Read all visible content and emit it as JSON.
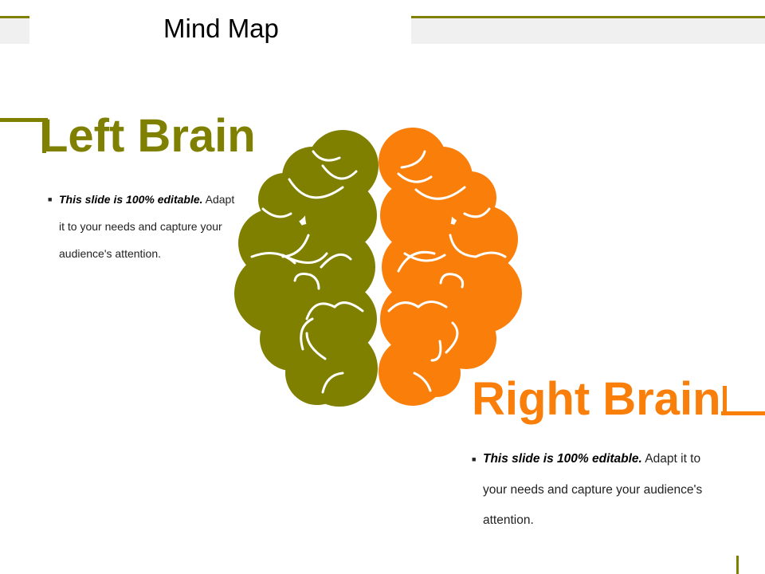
{
  "title": "Mind Map",
  "left": {
    "heading": "Left Brain",
    "text_emphasis": "This slide is 100% editable.",
    "text_body": " Adapt it to your needs and capture your audience's attention."
  },
  "right": {
    "heading": "Right Brain",
    "text_emphasis": "This slide is 100% editable.",
    "text_body": " Adapt it to your needs and capture your audience's attention."
  },
  "bullet_glyph": "■",
  "colors": {
    "left_accent": "#7f7f00",
    "right_accent": "#f97f0a",
    "title_band": "#f0f0f0"
  },
  "icons": [
    "brain-icon"
  ]
}
